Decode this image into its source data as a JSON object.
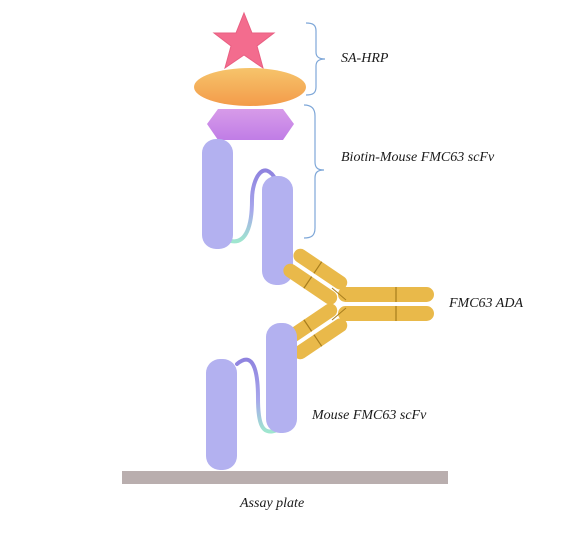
{
  "labels": {
    "sa_hrp": "SA-HRP",
    "biotin_scfv": "Biotin-Mouse FMC63 scFv",
    "fmc63_ada": "FMC63 ADA",
    "mouse_scfv": "Mouse FMC63 scFv",
    "assay_plate": "Assay plate"
  },
  "colors": {
    "star": "#f36c8e",
    "streptavidin": "#f7b45a",
    "biotin": "#cf8ee8",
    "scfv_domain": "#b3b1f0",
    "linker_top": "#9d8de0",
    "linker_bottom": "#9be3cc",
    "antibody": "#e9b94a",
    "antibody_line": "#a77d1d",
    "plate": "#b9aeae",
    "bracket": "#7ea7d8"
  }
}
